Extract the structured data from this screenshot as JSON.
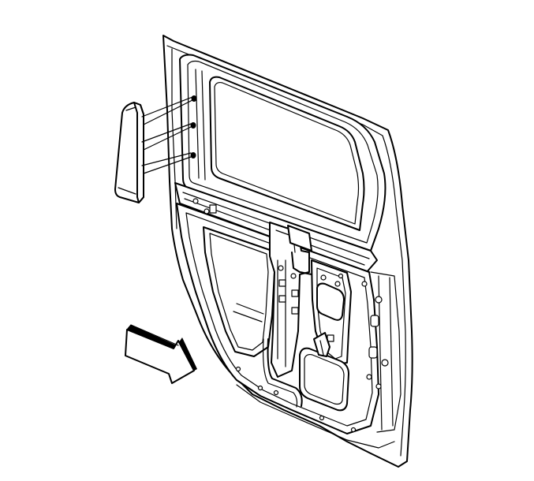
{
  "figure": {
    "background_color": "#ffffff",
    "line_color": "#000000",
    "components": [
      "rear-door-inner-panel",
      "trim-applique",
      "fastener-guide-lines",
      "view-direction-arrow"
    ]
  }
}
